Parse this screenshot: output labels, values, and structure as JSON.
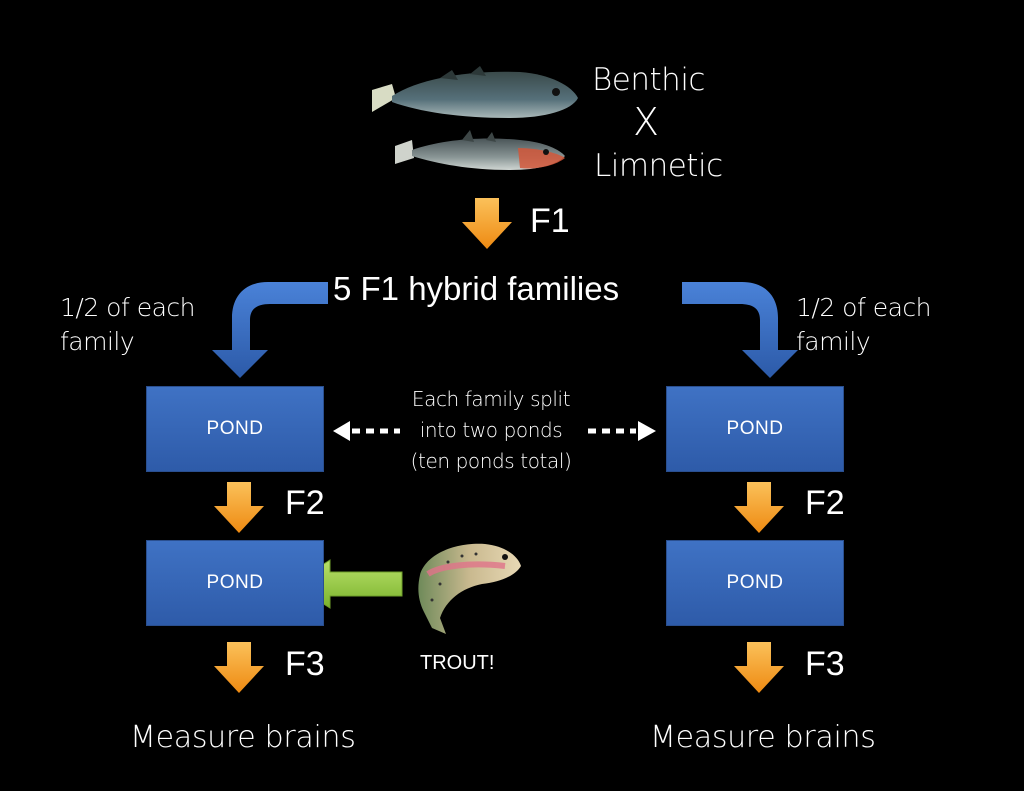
{
  "cross": {
    "parent1": "Benthic",
    "cross_symbol": "X",
    "parent2": "Limnetic"
  },
  "generations": {
    "f1": "F1",
    "hybrid_families": "5 F1 hybrid families",
    "f2_left": "F2",
    "f2_right": "F2",
    "f3_left": "F3",
    "f3_right": "F3"
  },
  "split_labels": {
    "left": "1/2 of each\nfamily",
    "right": "1/2 of each\nfamily",
    "center": "Each family split\ninto two ponds\n(ten ponds total)"
  },
  "ponds": {
    "top_left": "POND",
    "top_right": "POND",
    "bottom_left": "POND",
    "bottom_right": "POND"
  },
  "predator": {
    "label": "TROUT!"
  },
  "outcome": {
    "left": "Measure brains",
    "right": "Measure brains"
  },
  "colors": {
    "background": "#000000",
    "pond_blue": "#3a6bbd",
    "curved_arrow_blue": "#3b6fc7",
    "orange_arrow": "#f39a1e",
    "green_arrow": "#8cc63f"
  }
}
